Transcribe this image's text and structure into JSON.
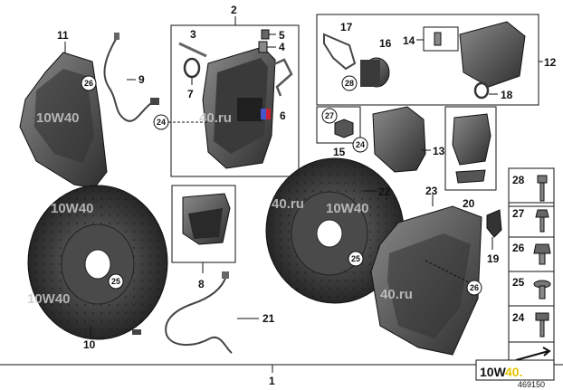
{
  "diagram_id": "469150",
  "watermark": {
    "left": "10W",
    "mid": "40",
    "suffix": ".ru",
    "dot": "."
  },
  "callouts": {
    "main_assembly": "1",
    "caliper_group": "2",
    "bolt": "3",
    "bleeder_valve": "4",
    "bleeder_cap": "5",
    "spring_clip": "6",
    "seal_ring": "7",
    "pad_set": "8",
    "wear_sensor_rear": "9",
    "rear_disc": "10",
    "rear_shield": "11",
    "rear_caliper_group": "12",
    "carrier": "13",
    "rear_bleeder": "14",
    "carrier_nut": "15",
    "actuator": "16",
    "bracket": "17",
    "rear_seal": "18",
    "bracket_small": "19",
    "rear_pad_set": "20",
    "wear_sensor_front": "21",
    "front_disc": "22",
    "front_shield": "23"
  },
  "circle_callouts": {
    "shield_screw_rear": "26",
    "caliper_bolt": "24",
    "disc_screw": "25",
    "carrier_nut": "27",
    "actuator_screw": "28",
    "carrier_bolt": "24",
    "front_disc_screw": "25",
    "front_shield_screw": "26"
  },
  "hardware_panel": [
    {
      "id": "28"
    },
    {
      "id": "27"
    },
    {
      "id": "26"
    },
    {
      "id": "25"
    },
    {
      "id": "24"
    }
  ],
  "colors": {
    "part_dark": "#2e2e2e",
    "part_mid": "#555555",
    "part_light": "#8a8a8a",
    "line": "#111111",
    "watermark": "#c9c9c9"
  }
}
